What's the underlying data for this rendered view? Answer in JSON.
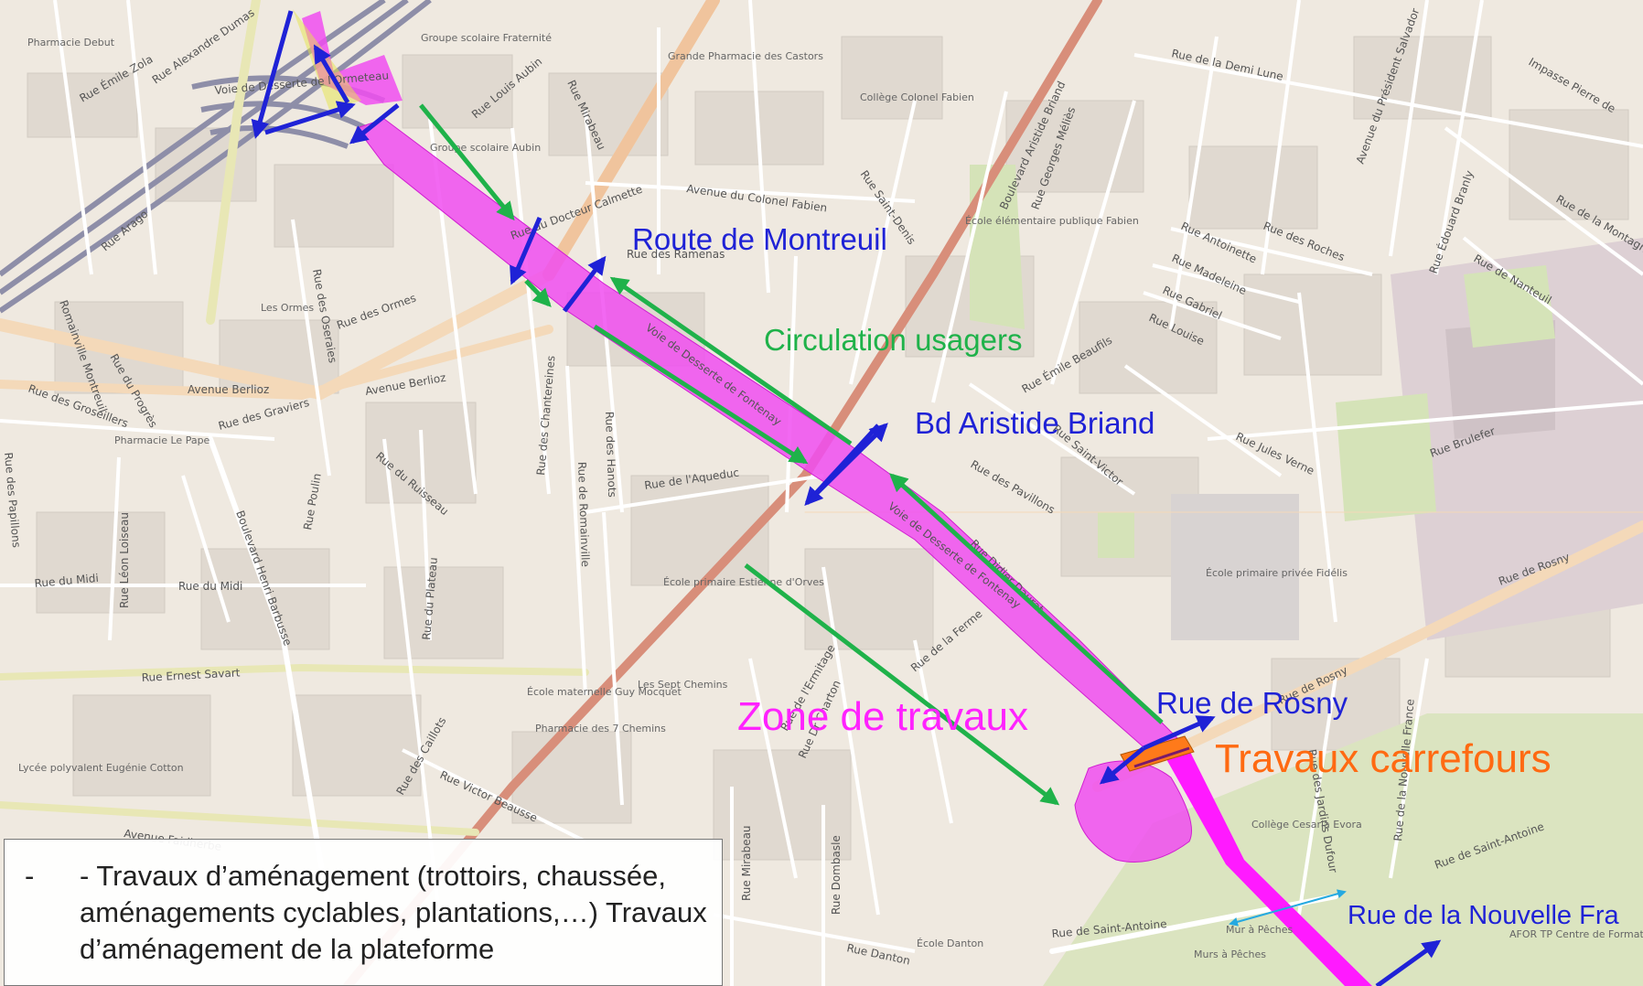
{
  "map": {
    "annotations": {
      "route_montreuil": "Route de Montreuil",
      "circulation": "Circulation usagers",
      "bd_aristide": "Bd Aristide Briand",
      "zone_travaux": "Zone de travaux",
      "rue_rosny": "Rue de Rosny",
      "travaux_carrefours": "Travaux carrefours",
      "nouvelle_france": "Rue de la Nouvelle Fra"
    },
    "legend": {
      "bullet": "-",
      "text": "- Travaux d’aménagement (trottoirs, chaussée, aménagements cyclables, plantations,…) Travaux d’aménagement de la plateforme"
    },
    "streets": {
      "alexandre_dumas": "Rue Alexandre Dumas",
      "emile_zola": "Rue Émile Zola",
      "louis_aubin": "Rue Louis Aubin",
      "mirabeau": "Rue Mirabeau",
      "demi_lune": "Rue de la Demi Lune",
      "pres_salvador": "Avenue du Président Salvador",
      "edouard_branly": "Rue Édouard Branly",
      "impasse_pierre": "Impasse Pierre de",
      "colonel_fabien": "Avenue du Colonel Fabien",
      "saint_denis": "Rue Saint-Denis",
      "bd_aristide_briand": "Boulevard Aristide Briand",
      "georges_melies": "Rue Georges Méliès",
      "docteur_calmette": "Rue du Docteur Calmette",
      "ramenas": "Rue des Ramenas",
      "arago": "Rue Arago",
      "ormes": "Rue des Ormes",
      "oseraies": "Rue des Oseraies",
      "antoinette": "Rue Antoinette",
      "roches": "Rue des Roches",
      "madeleine": "Rue Madeleine",
      "gabriel": "Rue Gabriel",
      "louise": "Rue Louise",
      "nanteuil": "Rue de Nanteuil",
      "montagne": "Rue de la Montagne",
      "berlioz": "Avenue Berlioz",
      "groseillers": "Rue des Groseillers",
      "graviers": "Rue des Graviers",
      "chantereines": "Rue des Chantereines",
      "hanots": "Rue des Hanots",
      "romainville": "Rue de Romainville",
      "aqueduc": "Rue de l'Aqueduc",
      "jules_verne": "Rue Jules Verne",
      "brulefer": "Rue Brulefer",
      "voie_desserte": "Voie de Desserte de Fontenay",
      "didier_daurat": "Rue Didier Daurat",
      "saint_victor": "Rue Saint-Victor",
      "pavillons": "Rue des Pavillons",
      "emile_beaufils": "Rue Émile Beaufils",
      "midi": "Rue du Midi",
      "ernest_savart": "Rue Ernest Savart",
      "henri_barbusse": "Boulevard Henri Barbusse",
      "poulin": "Rue Poulin",
      "ruisseau": "Rue du Ruisseau",
      "plateau": "Rue du Plateau",
      "caillots": "Rue des Caillots",
      "victor_beausse": "Rue Victor Beausse",
      "ermitage": "Rue de l'Ermitage",
      "charton": "Rue Dr Charton",
      "ferme": "Rue de la Ferme",
      "danton": "Rue Danton",
      "saint_antoine": "Rue de Saint-Antoine",
      "rosny": "Rue de Rosny",
      "jardins_dufour": "Rue des Jardins Dufour",
      "nouvelle_france": "Rue de la Nouvelle France",
      "leon_loiseau": "Rue Léon Loiseau",
      "progres": "Rue du Progrès",
      "papillons": "Rue des Papillons",
      "faidherbe": "Avenue Faidherbe",
      "dombasle": "Rue Dombasle",
      "mirabeau_s": "Rue Mirabeau",
      "romainville_montreuil": "Romainville Montreuil",
      "voie_desserte_nord": "Voie de Desserte de l'Ormeteau"
    },
    "pois": {
      "pharmacie_debut": "Pharmacie Debut",
      "groupe_fraternite": "Groupe scolaire Fraternité",
      "grande_pharmacie": "Grande Pharmacie des Castors",
      "college_fabien": "Collège Colonel Fabien",
      "groupe_aubin": "Groupe scolaire Aubin",
      "ecole_fabien": "École élémentaire publique Fabien",
      "les_ormes": "Les Ormes",
      "pharmacie_pape": "Pharmacie Le Pape",
      "ecole_orves": "École primaire Estienne d'Orves",
      "ecole_fidelis": "École primaire privée Fidélis",
      "ecole_mocquet": "École maternelle Guy Mocquet",
      "pharmacie_chemins": "Pharmacie des 7 Chemins",
      "sept_chemins": "Les Sept Chemins",
      "lycee_cotton": "Lycée polyvalent Eugénie Cotton",
      "college_evora": "Collège Cesaria Evora",
      "ecole_danton": "École Danton",
      "mur_peches": "Mur à Pêches",
      "murs_peches": "Murs à Pêches",
      "afor": "AFOR TP Centre de Formation"
    }
  }
}
